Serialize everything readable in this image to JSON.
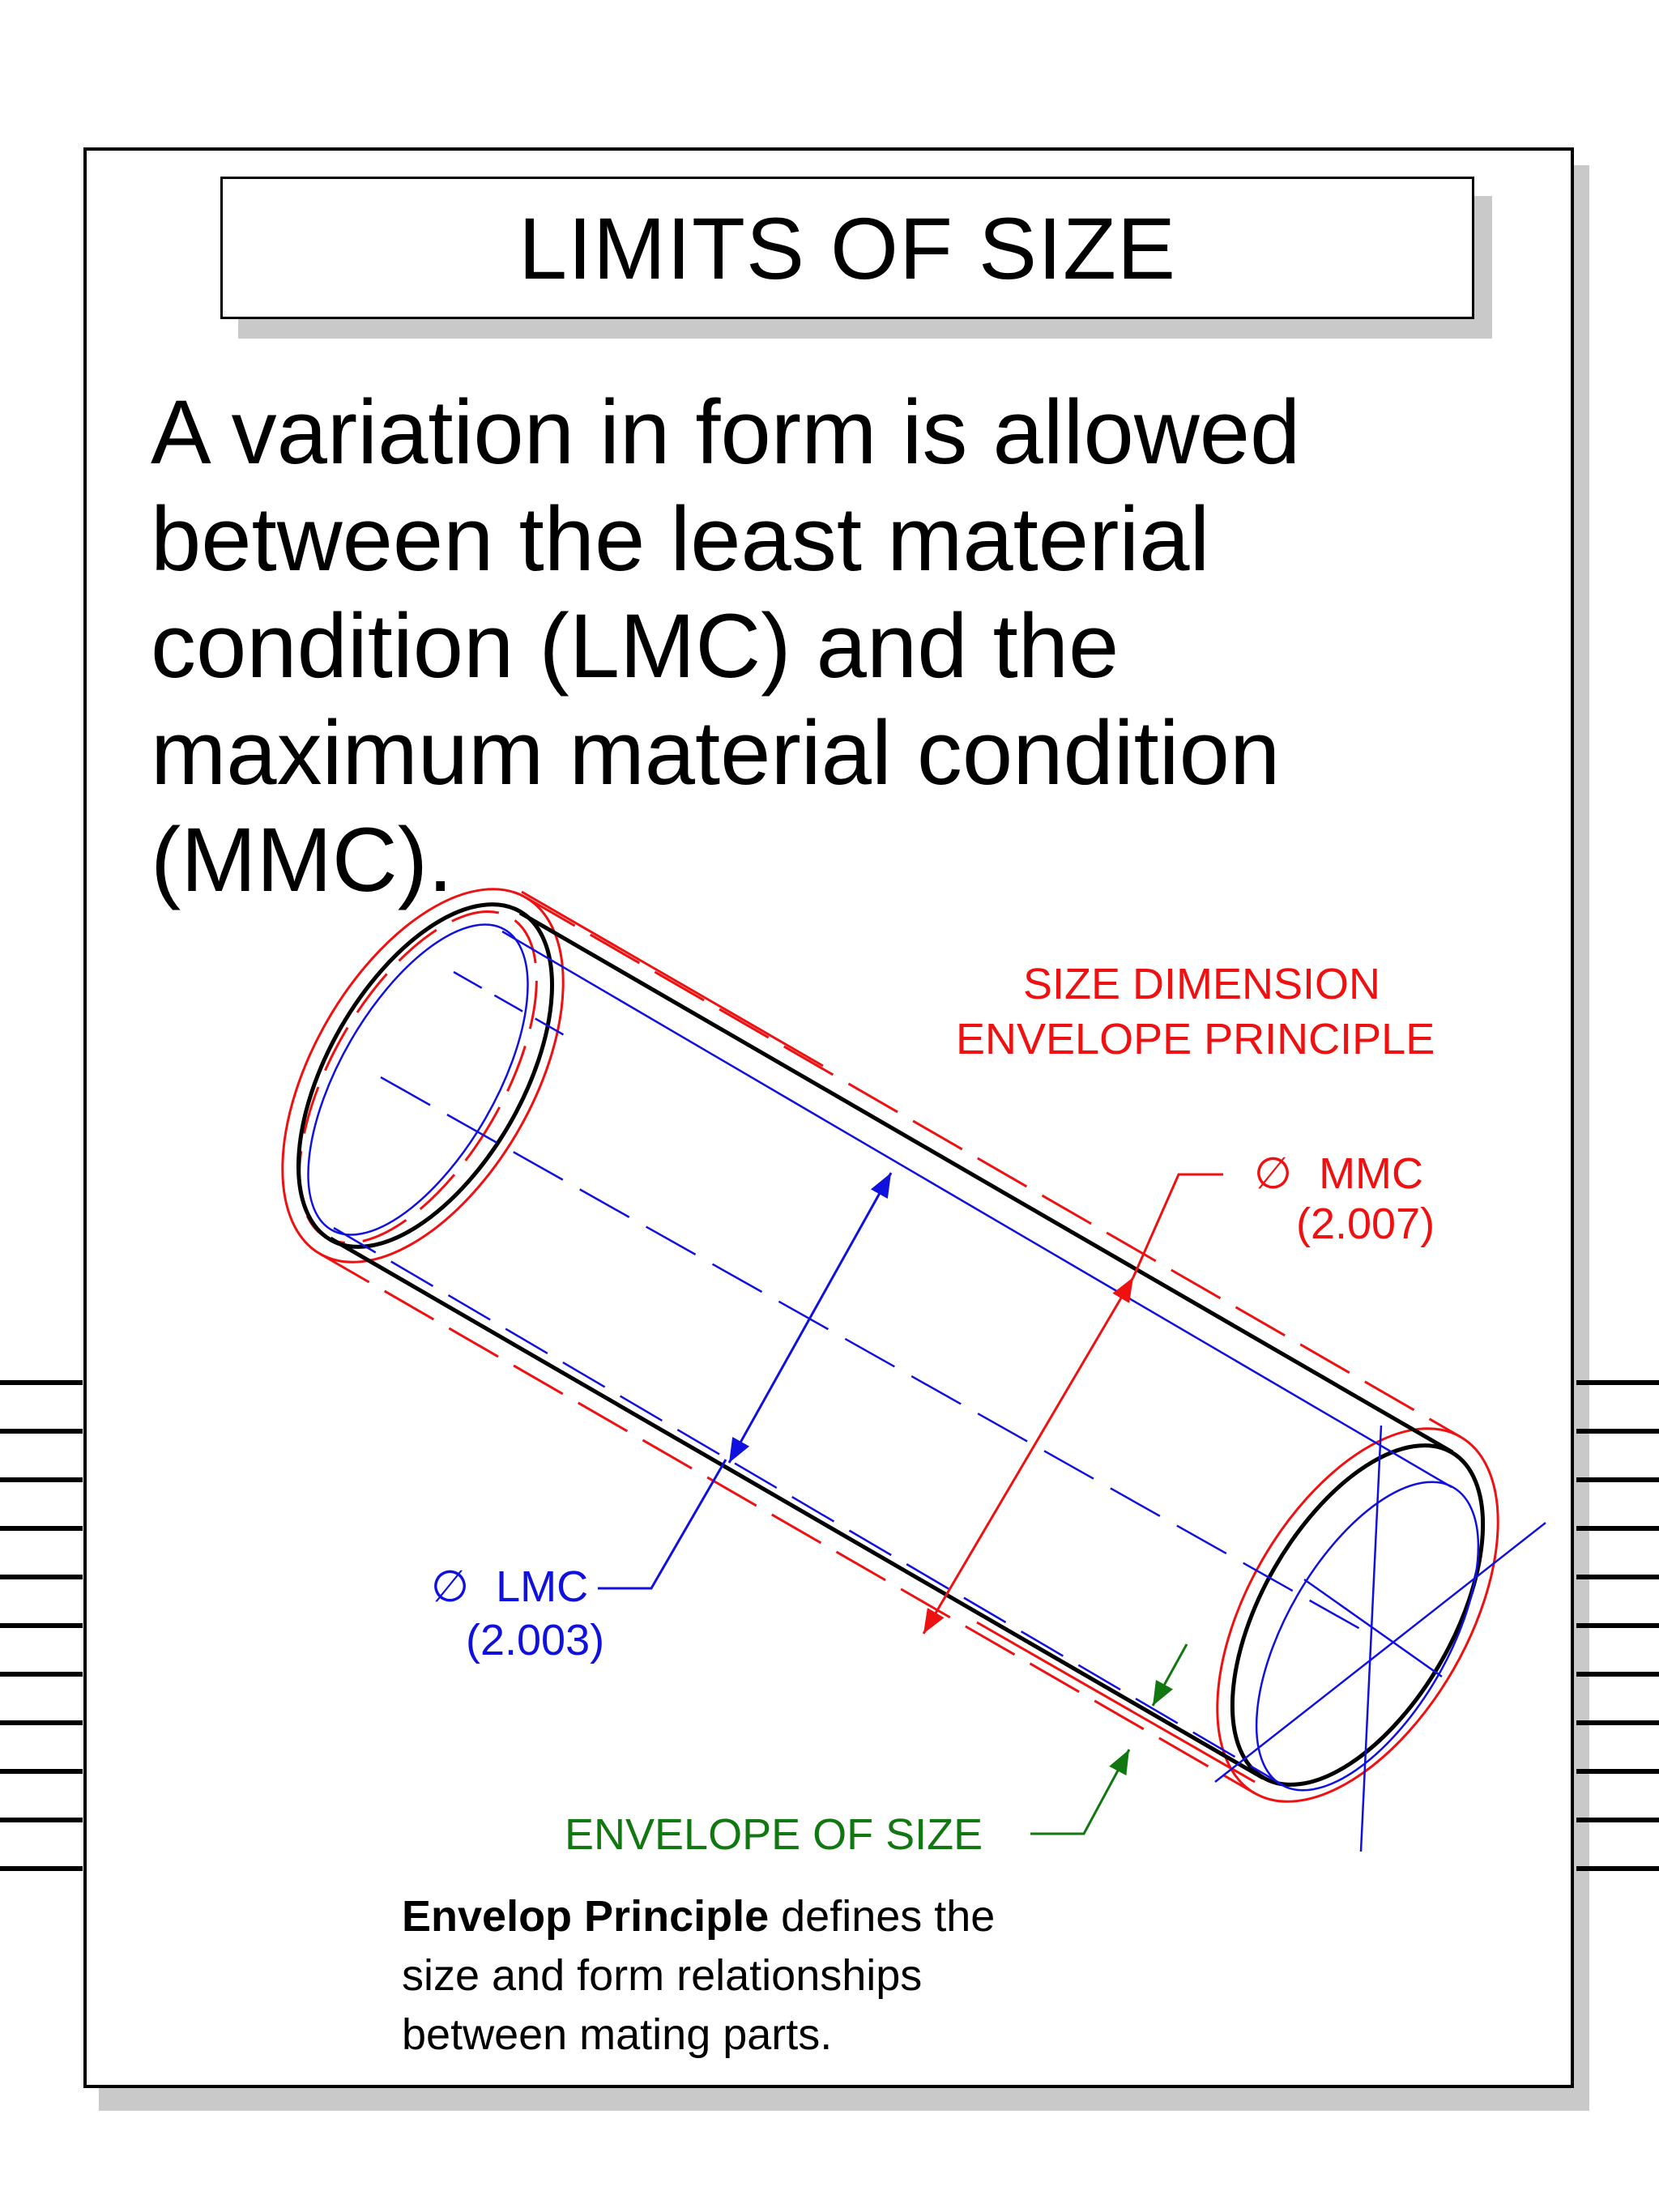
{
  "title": "LIMITS OF SIZE",
  "intro": {
    "lines": [
      "A variation in form is allowed",
      "between the least material",
      "condition (LMC) and the",
      "maximum material condition",
      "(MMC)."
    ]
  },
  "labels": {
    "size_dimension_line1": "SIZE DIMENSION",
    "size_dimension_line2": "ENVELOPE PRINCIPLE",
    "mmc_symbol": "∅",
    "mmc_label": "MMC",
    "mmc_value": "(2.007)",
    "lmc_symbol": "∅",
    "lmc_label": "LMC",
    "lmc_value": "(2.003)",
    "envelope_of_size": "ENVELOPE OF SIZE"
  },
  "note": {
    "bold": "Envelop Principle",
    "line1_rest": " defines the",
    "line2": "size and form relationships",
    "line3": "between mating parts."
  },
  "colors": {
    "part_outline": "#000000",
    "mmc_envelope": "#ee1111",
    "lmc_envelope": "#1111dd",
    "envelope_of_size": "#117711",
    "shadow": "#c9c9c9"
  }
}
